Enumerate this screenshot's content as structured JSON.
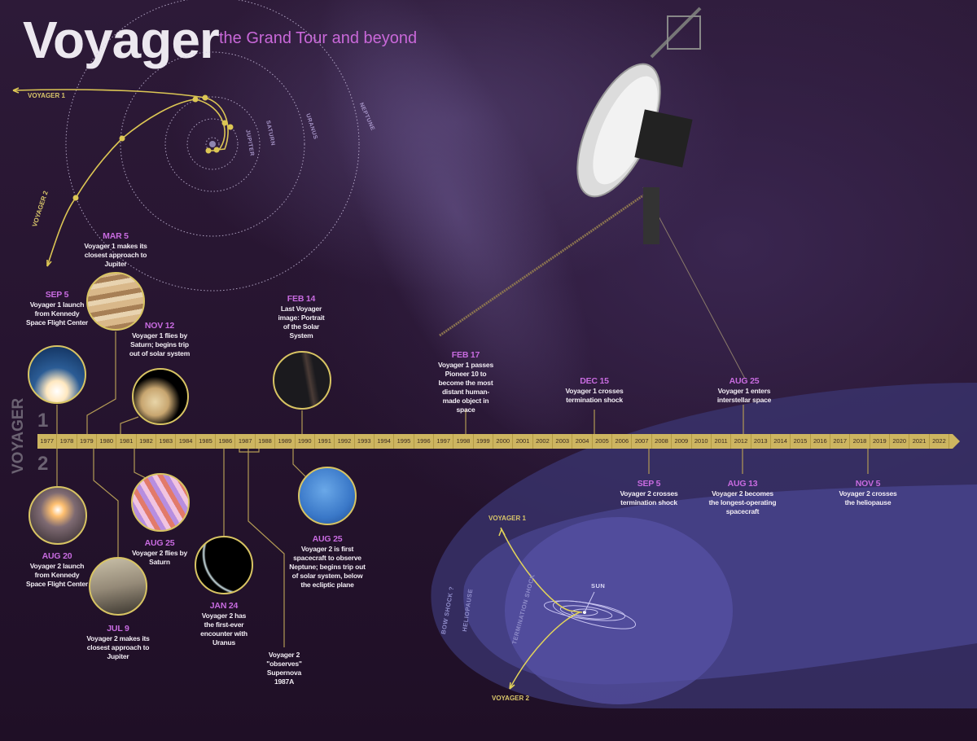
{
  "header": {
    "title": "Voyager",
    "subtitle": "the Grand Tour and beyond"
  },
  "orbit_diagram": {
    "trajectories": [
      "VOYAGER 1",
      "VOYAGER 2"
    ],
    "planets": [
      "JUPITER",
      "SATURN",
      "URANUS",
      "NEPTUNE"
    ]
  },
  "side_labels": {
    "name": "VOYAGER",
    "one": "1",
    "two": "2"
  },
  "timeline": {
    "years": [
      "1977",
      "1978",
      "1979",
      "1980",
      "1981",
      "1982",
      "1983",
      "1984",
      "1985",
      "1986",
      "1987",
      "1988",
      "1989",
      "1990",
      "1991",
      "1992",
      "1993",
      "1994",
      "1995",
      "1996",
      "1997",
      "1998",
      "1999",
      "2000",
      "2001",
      "2002",
      "2003",
      "2004",
      "2005",
      "2006",
      "2007",
      "2008",
      "2009",
      "2010",
      "2011",
      "2012",
      "2013",
      "2014",
      "2015",
      "2016",
      "2017",
      "2018",
      "2019",
      "2020",
      "2021",
      "2022"
    ]
  },
  "events": {
    "voyager1": [
      {
        "date": "SEP 5",
        "text": "Voyager 1 launch from Kennedy Space Flight Center",
        "year": 1977
      },
      {
        "date": "MAR 5",
        "text": "Voyager 1 makes its closest approach to Jupiter",
        "year": 1979
      },
      {
        "date": "NOV 12",
        "text": "Voyager 1 flies by Saturn; begins trip out of solar system",
        "year": 1980
      },
      {
        "date": "FEB 14",
        "text": "Last Voyager image: Portrait of the Solar System",
        "year": 1990
      },
      {
        "date": "FEB 17",
        "text": "Voyager 1 passes Pioneer 10 to become the most distant human-made object in space",
        "year": 1998
      },
      {
        "date": "DEC 15",
        "text": "Voyager 1 crosses termination shock",
        "year": 2004
      },
      {
        "date": "AUG 25",
        "text": "Voyager 1 enters interstellar space",
        "year": 2012
      }
    ],
    "voyager2": [
      {
        "date": "AUG 20",
        "text": "Voyager 2 launch from Kennedy Space Flight Center",
        "year": 1977
      },
      {
        "date": "JUL 9",
        "text": "Voyager 2 makes its closest approach to Jupiter",
        "year": 1979
      },
      {
        "date": "AUG 25",
        "text": "Voyager 2 flies by Saturn",
        "year": 1981
      },
      {
        "date": "JAN 24",
        "text": "Voyager 2 has the first-ever encounter with Uranus",
        "year": 1986
      },
      {
        "date": "",
        "text": "Voyager 2 \"observes\" Supernova 1987A",
        "year": 1987
      },
      {
        "date": "AUG 25",
        "text": "Voyager 2 is first spacecraft to observe Neptune; begins trip out of solar system, below the ecliptic plane",
        "year": 1989
      },
      {
        "date": "SEP 5",
        "text": "Voyager 2 crosses termination shock",
        "year": 2007
      },
      {
        "date": "AUG 13",
        "text": "Voyager 2 becomes the longest-operating spacecraft",
        "year": 2012
      },
      {
        "date": "NOV 5",
        "text": "Voyager 2 crosses the heliopause",
        "year": 2018
      }
    ]
  },
  "heliosphere": {
    "sun": "SUN",
    "voyager1": "VOYAGER 1",
    "voyager2": "VOYAGER 2",
    "boundaries": [
      "BOW SHOCK ?",
      "HELIOPAUSE",
      "TERMINATION SHOCK"
    ]
  },
  "colors": {
    "gold": "#cdb560",
    "date_magenta": "#c86be0",
    "background": "#26142f"
  }
}
